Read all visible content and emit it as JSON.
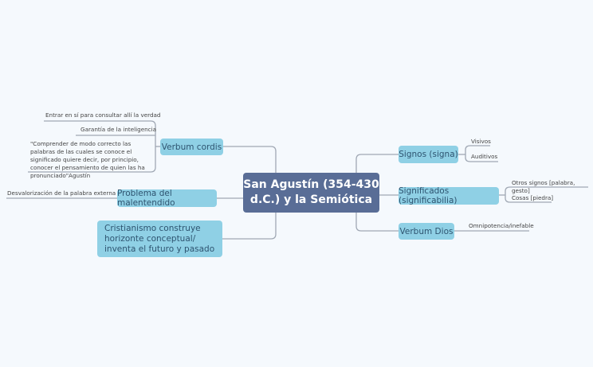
{
  "central": {
    "line1": "San Agustín (354-430",
    "line2": "d.C.) y la Semiótica"
  },
  "left": {
    "verbum_cordis": {
      "label": "Verbum cordis",
      "children": [
        "Entrar en sí para consultar allí la verdad",
        "Garantía de la inteligencia",
        "\"Comprender de modo correcto las palabras de las cuales se conoce el significado quiere decir, por principio, conocer el pensamiento de quien las ha pronunciado\"Agustín"
      ]
    },
    "problema": {
      "label": "Problema del malentendido",
      "children": [
        "Desvalorización de la palabra externa"
      ]
    },
    "cristianismo": {
      "label": "Cristianismo construye horizonte conceptual/ inventa el futuro y pasado"
    }
  },
  "right": {
    "signos": {
      "label": "Signos (signa)",
      "children": [
        "Visivos",
        "Auditivos"
      ]
    },
    "significados": {
      "label": "Significados (significabilia)",
      "children": [
        "Otros signos [palabra, gesto]",
        "Cosas [piedra]"
      ]
    },
    "verbum_dios": {
      "label": "Verbum Dios",
      "children": [
        "Omnipotencia/inefable"
      ]
    }
  },
  "colors": {
    "background": "#f5f9fd",
    "central": "#596d96",
    "topic": "#8fd0e5",
    "line": "#a0a8b4"
  }
}
